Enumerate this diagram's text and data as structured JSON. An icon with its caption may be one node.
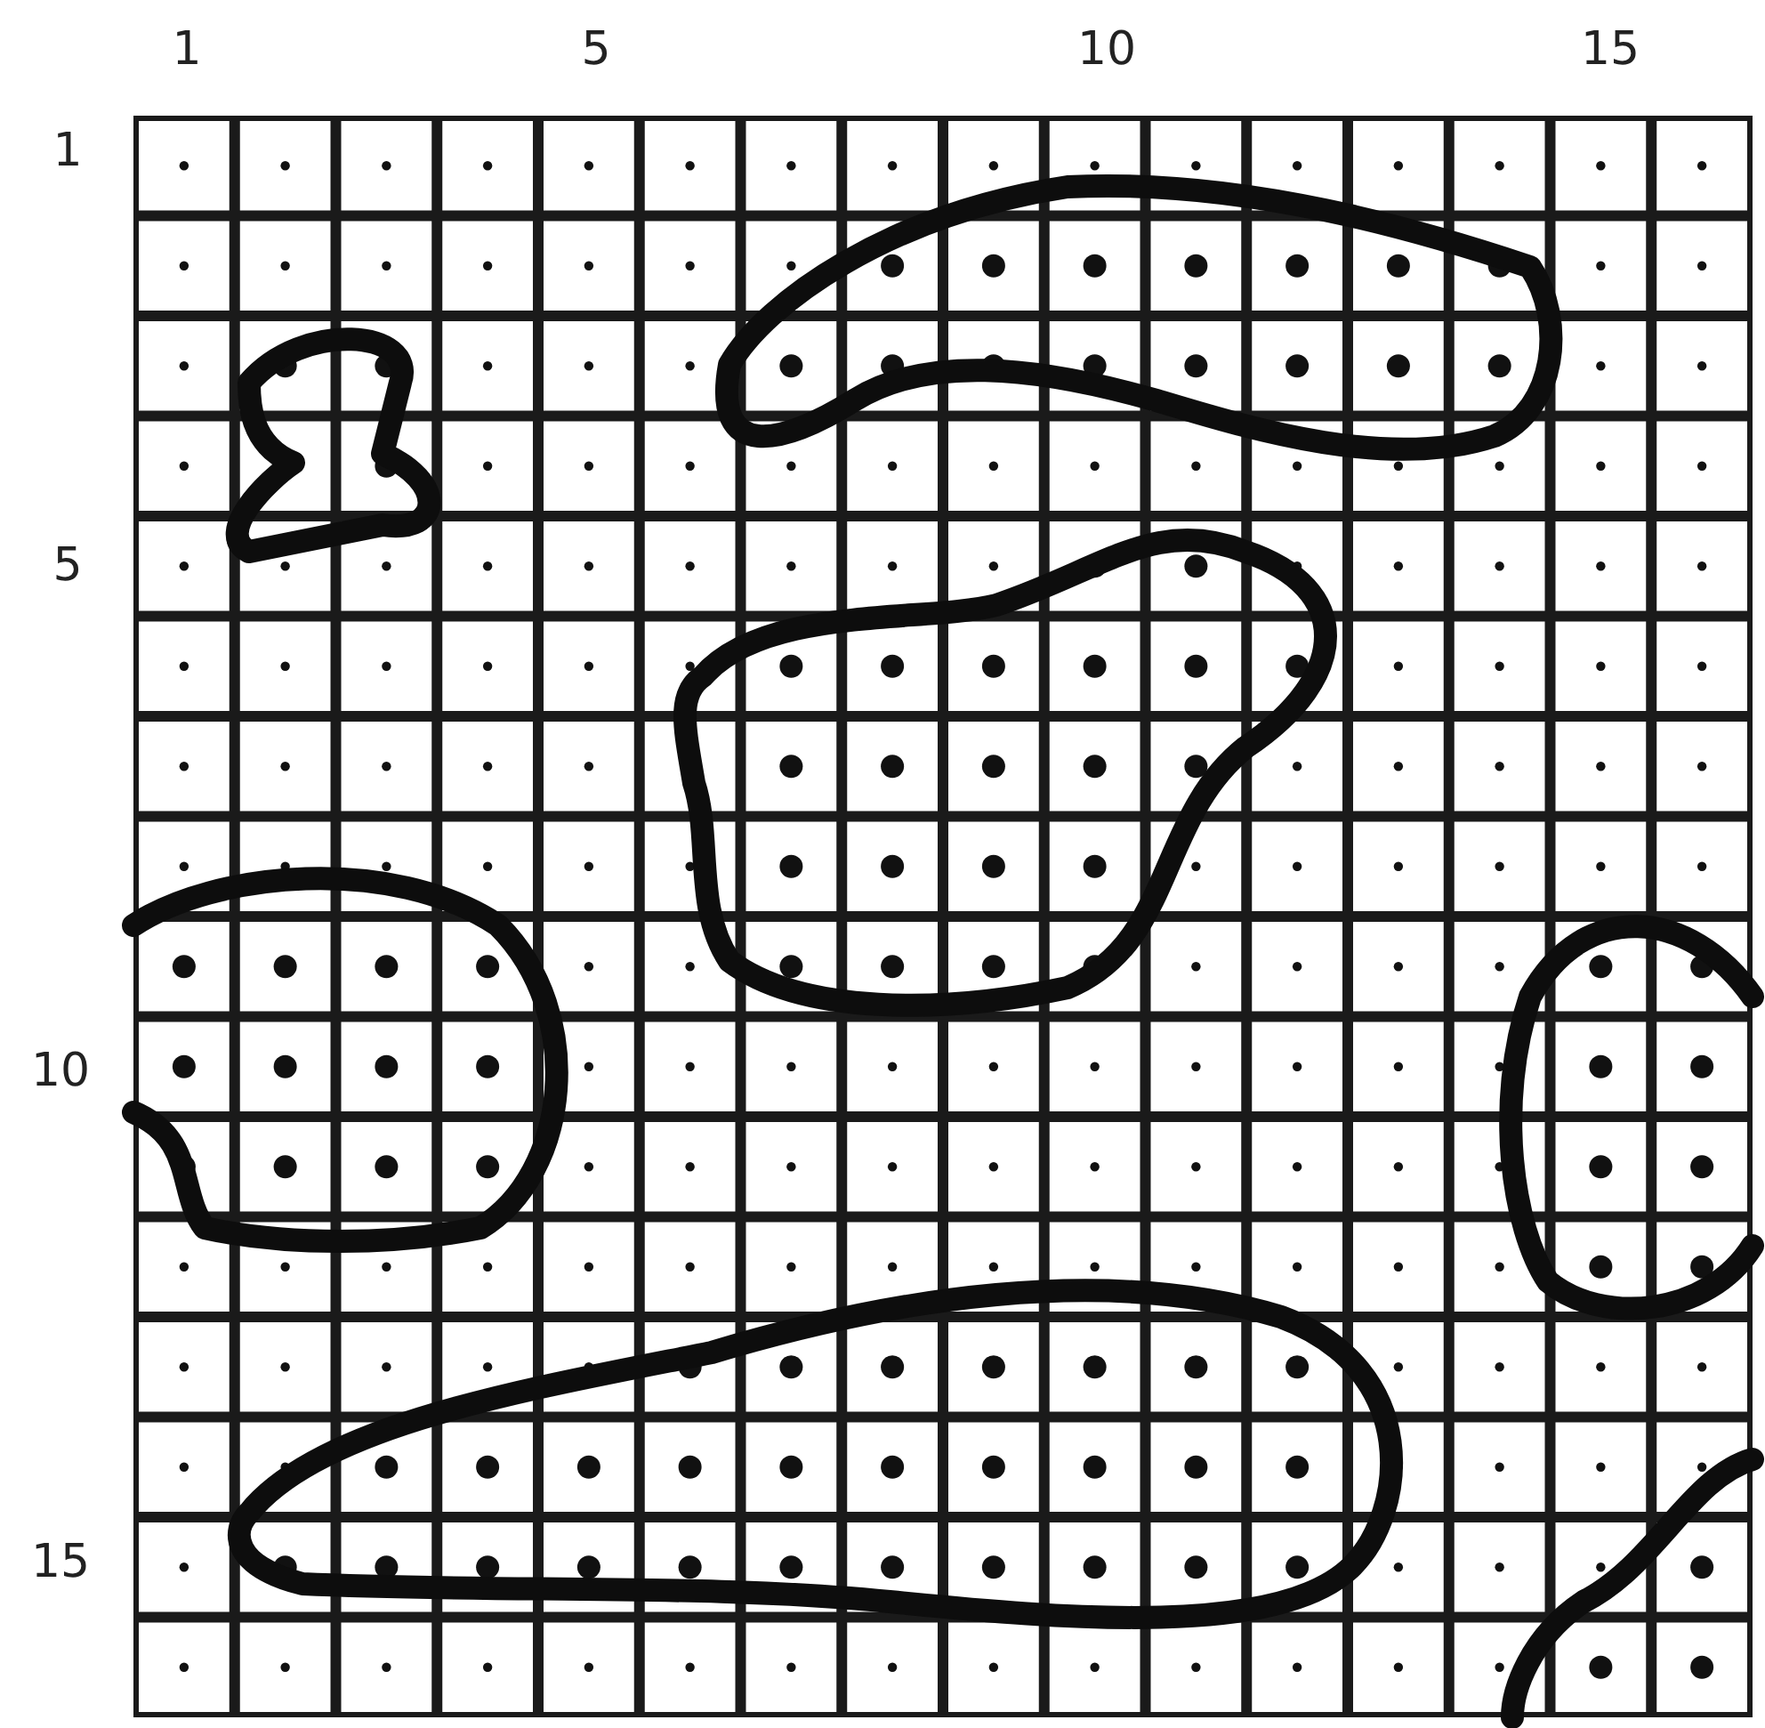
{
  "diagram": {
    "labels": [
      "1",
      "5",
      "10",
      "15",
      "1",
      "5",
      "10",
      "15"
    ]
  }
}
